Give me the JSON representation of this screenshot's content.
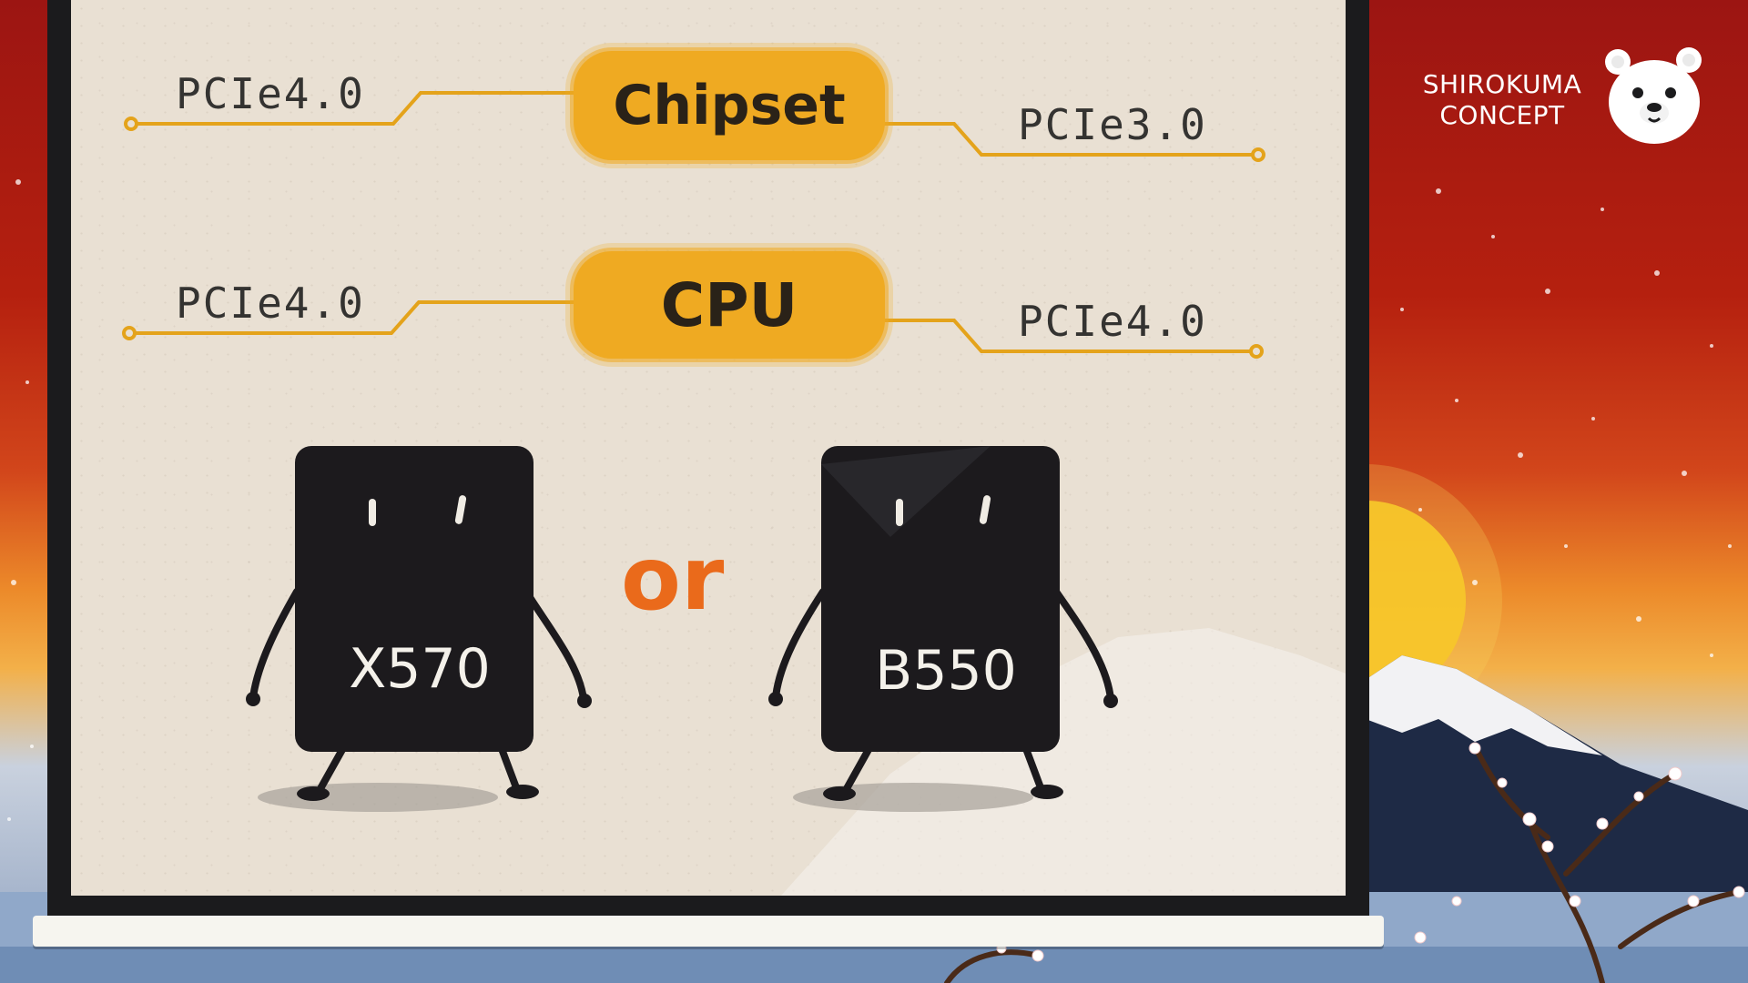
{
  "scene": {
    "chipset_label": "Chipset",
    "cpu_label": "CPU",
    "chipset_left_lane": "PCIe4.0",
    "chipset_right_lane": "PCIe3.0",
    "cpu_left_lane": "PCIe4.0",
    "cpu_right_lane": "PCIe4.0",
    "chip_left_name": "X570",
    "chip_right_name": "B550",
    "or_text": "or"
  },
  "brand": {
    "line1": "SHIROKUMA",
    "line2": "CONCEPT",
    "mascot": "polar-bear-icon"
  },
  "colors": {
    "accent_orange": "#ea6a1b",
    "pill_yellow": "#efaa22",
    "chip_black": "#1c1a1d",
    "paper": "#e9e0d3"
  }
}
